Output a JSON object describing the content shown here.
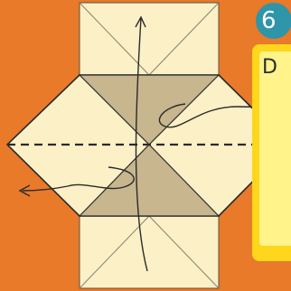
{
  "step": {
    "number": "6"
  },
  "instruction": {
    "text": "D"
  },
  "colors": {
    "background": "#e87a2a",
    "paper_light": "#fbf0c6",
    "paper_shaded": "#c7b68e",
    "badge": "#2f95a8",
    "card_outer": "#fed61b",
    "card_inner": "#fff38a",
    "line": "#2a2a2a"
  },
  "icons": {
    "fold_arrow": "curved-arrow-icon",
    "fold_line": "dashed-valley-fold-line"
  }
}
